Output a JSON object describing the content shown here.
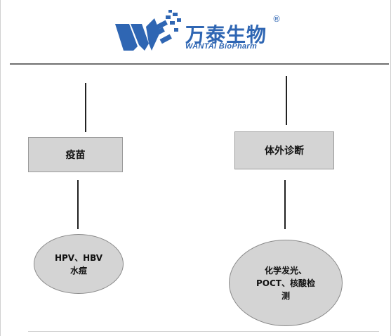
{
  "logo": {
    "name_cn": "万泰生物",
    "name_en": "WANTAI BioPharm",
    "registered": "®",
    "color": "#2f66b3"
  },
  "branches": [
    {
      "category": "疫苗",
      "items": [
        "HPV、HBV",
        "水痘"
      ]
    },
    {
      "category": "体外诊断",
      "items": [
        "化学发光、",
        "POCT、核酸检",
        "测"
      ]
    }
  ],
  "colors": {
    "node_fill": "#d4d4d4",
    "line": "#222222",
    "divider": "#707070"
  }
}
